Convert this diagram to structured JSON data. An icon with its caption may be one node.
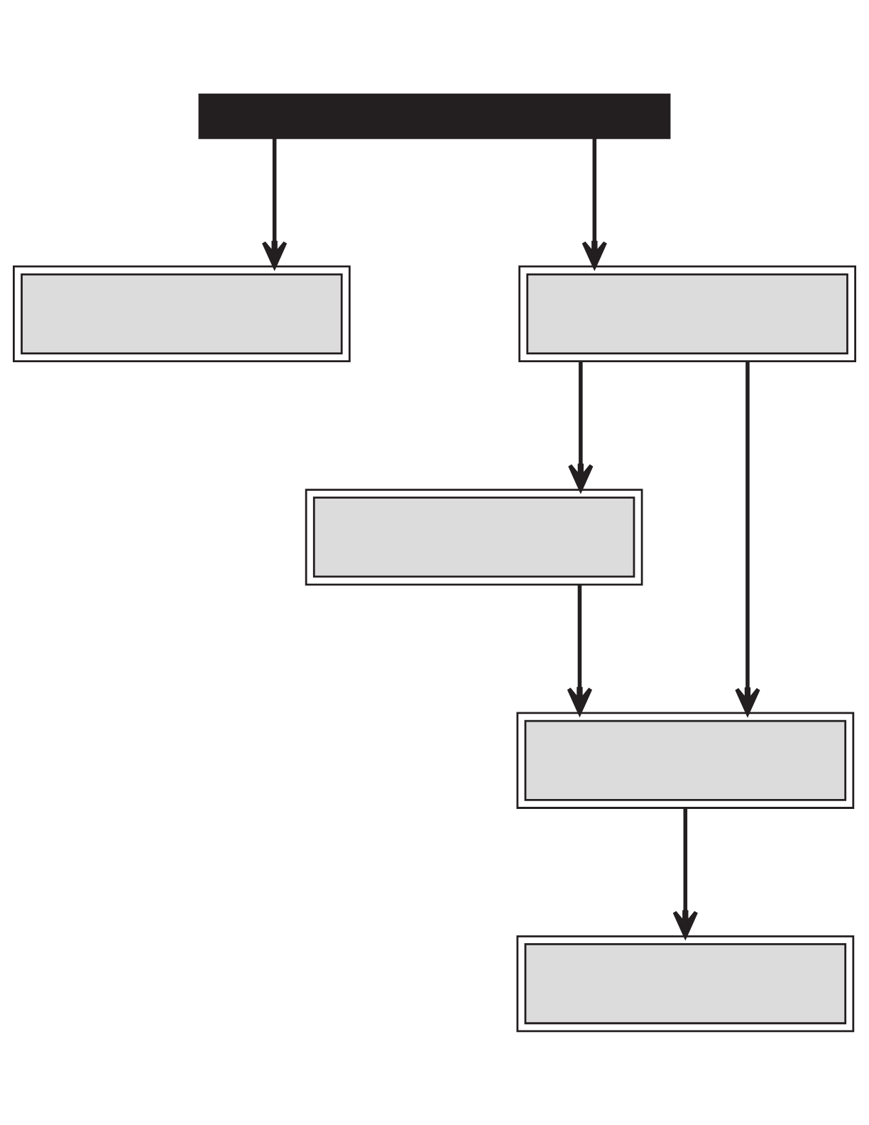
{
  "diagram": {
    "nodes": [
      {
        "text": [],
        "shape": "bar"
      },
      {
        "text": [],
        "shape": "box"
      },
      {
        "text": [],
        "shape": "box"
      },
      {
        "text": [],
        "shape": "box"
      },
      {
        "text": [],
        "shape": "box"
      },
      {
        "text": [],
        "shape": "box"
      }
    ],
    "edges": [
      {
        "from": 0,
        "to": 2,
        "arrow": "to"
      },
      {
        "from": 0,
        "to": 1,
        "arrow": "to"
      },
      {
        "from": 2,
        "to": 3,
        "arrow": "to"
      },
      {
        "from": 2,
        "to": 4,
        "arrow": "to"
      },
      {
        "from": 3,
        "to": 4,
        "arrow": "to"
      },
      {
        "from": 4,
        "to": 5,
        "arrow": "to"
      }
    ]
  }
}
